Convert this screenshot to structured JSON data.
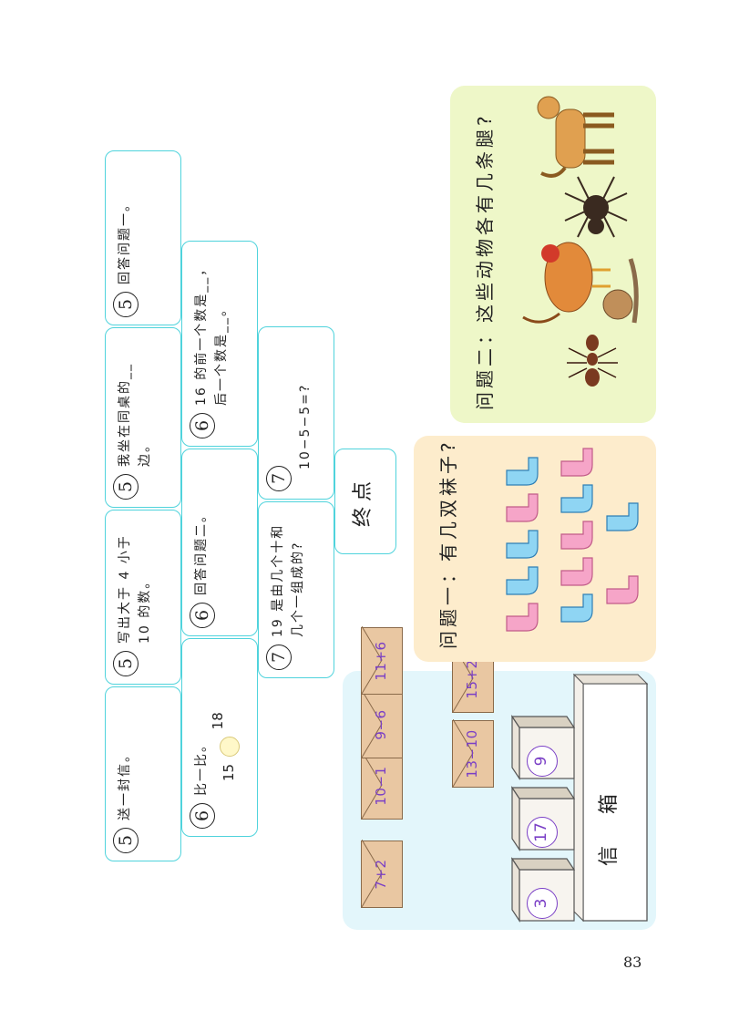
{
  "cards": [
    {
      "num": "5",
      "text": "送一封信。"
    },
    {
      "num": "6",
      "text": "比一比。"
    },
    {
      "num": "5",
      "text": "写出大于 4 小于\n10 的数。"
    },
    {
      "num": "6",
      "text": "回答问题二。"
    },
    {
      "num": "7",
      "text": "19 是由几个十和\n几个一组成的?"
    },
    {
      "num": "5",
      "text": "我坐在同桌的__边。"
    },
    {
      "num": "6",
      "text": "16 的前一个数是__，\n后一个数是__。"
    },
    {
      "num": "7",
      "text": "10−5−5=?"
    },
    {
      "num": "5",
      "text": "回答问题一。"
    }
  ],
  "compare": {
    "left": "15",
    "right": "18"
  },
  "end_label": "终点",
  "mailbox": {
    "label": "信 箱",
    "boxes": [
      "3",
      "17",
      "9"
    ]
  },
  "envelopes": [
    "10−1",
    "9−6",
    "7+2",
    "11+6",
    "13−10",
    "15+2"
  ],
  "question1": "问题一：有几双袜子?",
  "question2": "问题二：这些动物各有几条腿?",
  "page_number": "83",
  "colors": {
    "card_border": "#4fd3dc",
    "mail_panel": "#e3f6fb",
    "q1_panel": "#fdeccc",
    "q2_panel": "#eef7c8",
    "envelope_text": "#7a3fc6"
  },
  "icons": [
    "dog-icon",
    "spider-icon",
    "rooster-icon",
    "snail-icon",
    "ant-icon",
    "sock-icon",
    "envelope-icon",
    "mailbox-icon"
  ]
}
